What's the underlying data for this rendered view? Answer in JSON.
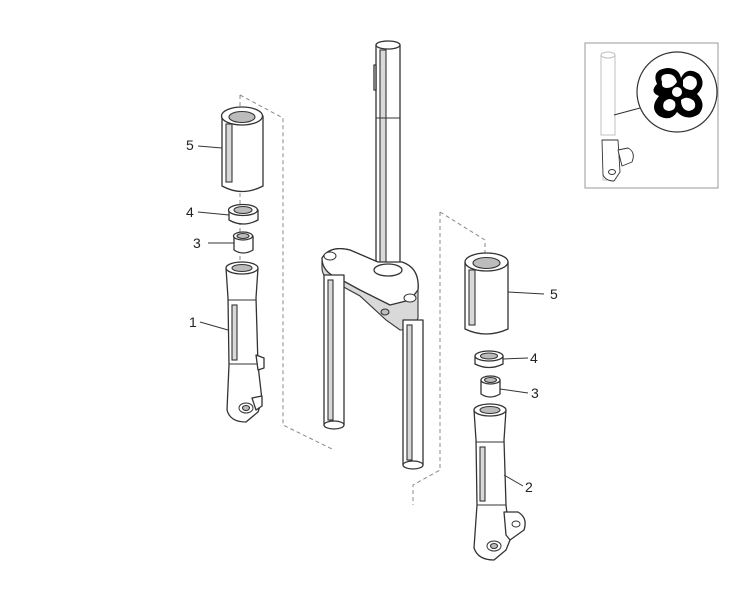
{
  "callouts": {
    "left": {
      "sleeve_5": "5",
      "ring_4": "4",
      "bush_3": "3",
      "leg_1": "1"
    },
    "right": {
      "sleeve_5": "5",
      "ring_4": "4",
      "bush_3": "3",
      "leg_2": "2"
    }
  },
  "colors": {
    "line": "#333333",
    "shade": "#d9d9d9",
    "dash": "#888888"
  },
  "inset": {
    "icon": "grease-lubricant-icon"
  }
}
